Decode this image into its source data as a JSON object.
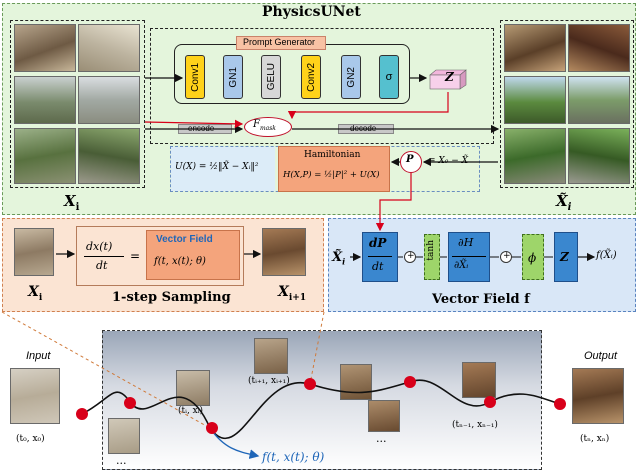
{
  "title": "PhysicsUNet",
  "prompt_generator": {
    "label": "Prompt Generator",
    "blocks": [
      "Conv1",
      "GN1",
      "GELU",
      "Conv2",
      "GN2",
      "σ"
    ]
  },
  "z_label": "Z",
  "f_mask": "F",
  "f_mask_sub": "mask",
  "encode_label": "encode",
  "decode_label": "decode",
  "x_i_label": "X",
  "x_i_sub": "i",
  "x_tilde_label": "X̃",
  "x_tilde_sub": "i",
  "energy_eq": "U(X) = ½‖X̃ − Xᵢ‖²",
  "hamiltonian": {
    "title": "Hamiltonian",
    "eq": "H(X,P) = ½|P|² + U(X)"
  },
  "p_label": "P",
  "p_eq": "= X₀ − X̃",
  "sampling": {
    "dxdt": "dx(t)",
    "dt": "dt",
    "equals": "=",
    "vf_label": "Vector Field",
    "vf_eq": "f(t, x(t); θ)",
    "x_in": "X",
    "x_in_sub": "i",
    "x_out": "X",
    "x_out_sub": "i+1",
    "caption": "1-step Sampling"
  },
  "vector_field": {
    "input": "X̃",
    "input_sub": "i",
    "dP": "dP",
    "dt": "dt",
    "tanh": "tanh",
    "dH": "∂H",
    "dXi": "∂X̃ᵢ",
    "phi": "ϕ",
    "z": "Z",
    "output": "f(X̃ᵢ)",
    "caption": "Vector Field f",
    "plus": "+"
  },
  "trajectory": {
    "input_label": "Input",
    "output_label": "Output",
    "t0": "(t₀, x₀)",
    "ti": "(tᵢ, xᵢ)",
    "ti1": "(tᵢ₊₁, xᵢ₊₁)",
    "tn1": "(tₙ₋₁, xₙ₋₁)",
    "tn": "(tₙ, xₙ)",
    "ftheta": "f(t, x(t); θ)",
    "dots": "..."
  },
  "colors": {
    "top_bg": "#e4f5dc",
    "orange_bg": "#fbe4d3",
    "blue_bg": "#d9e7f7",
    "conv": "#ffd21a",
    "gn": "#a9c8ea",
    "gelu": "#d7d7d7",
    "sigma": "#55c0cf",
    "ham": "#f4a47c",
    "vf_blue": "#3a87cf",
    "phi_green": "#9ed56a",
    "red": "#d8001a"
  }
}
